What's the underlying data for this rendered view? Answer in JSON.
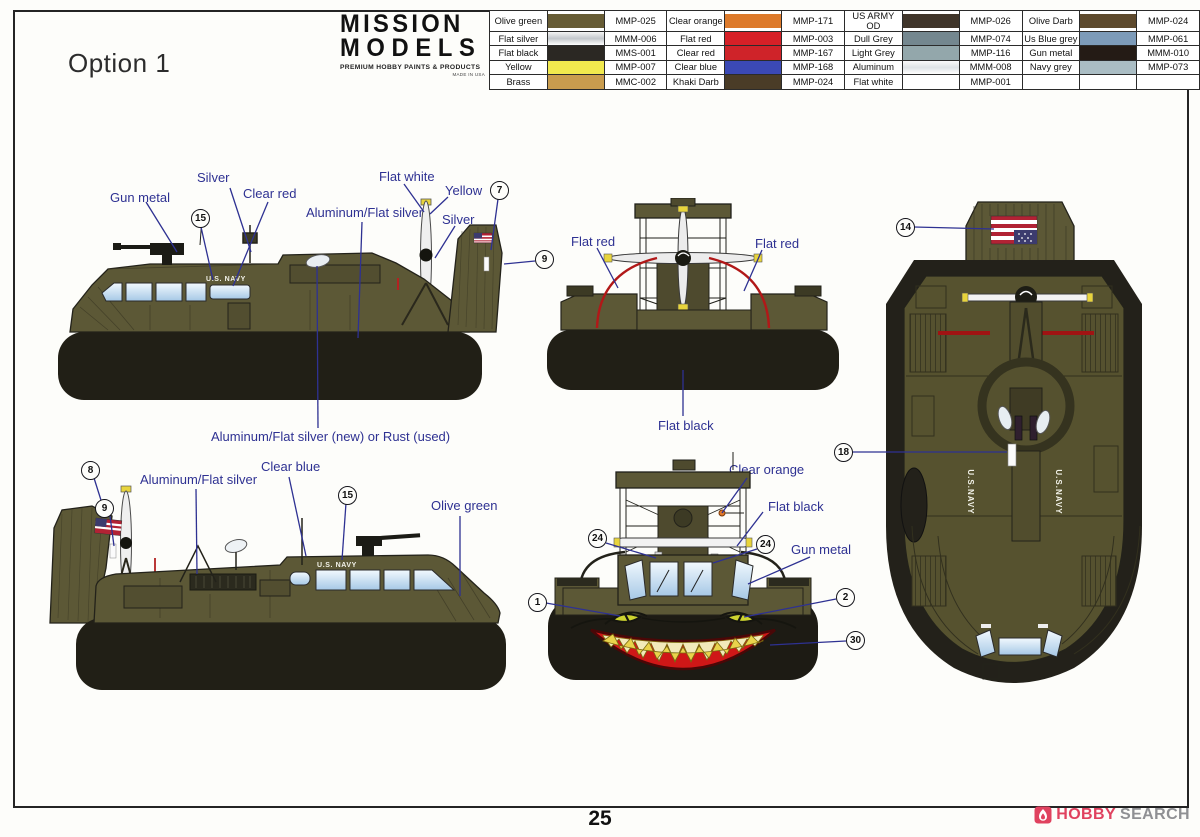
{
  "page": {
    "option_label": "Option 1",
    "page_number": "25"
  },
  "logo": {
    "line1": "MISSION",
    "line2": "MODELS",
    "tagline": "PREMIUM HOBBY PAINTS & PRODUCTS",
    "subtext": "MADE IN USA"
  },
  "footer": {
    "brand_primary": "HOBBY",
    "brand_secondary": "SEARCH"
  },
  "paint_table": {
    "groups": [
      {
        "items": [
          {
            "name": "Olive green",
            "code": "MMP-025",
            "color": "#675c35"
          },
          {
            "name": "Flat silver",
            "code": "MMM-006",
            "color": "linear-gradient(180deg,#f4f4f4,#c3c7cb,#ffffff)"
          },
          {
            "name": "Flat black",
            "code": "MMS-001",
            "color": "#2b2823"
          },
          {
            "name": "Yellow",
            "code": "MMP-007",
            "color": "#f1e94e"
          },
          {
            "name": "Brass",
            "code": "MMC-002",
            "color": "#c99c4e"
          }
        ]
      },
      {
        "items": [
          {
            "name": "Clear orange",
            "code": "MMP-171",
            "color": "#dd7a2b"
          },
          {
            "name": "Flat red",
            "code": "MMP-003",
            "color": "#d62027"
          },
          {
            "name": "Clear red",
            "code": "MMP-167",
            "color": "#cf2329"
          },
          {
            "name": "Clear blue",
            "code": "MMP-168",
            "color": "#3b49b5"
          },
          {
            "name": "Khaki Darb",
            "code": "MMP-024",
            "color": "#4a3c27"
          }
        ]
      },
      {
        "items": [
          {
            "name": "US ARMY OD",
            "code": "MMP-026",
            "color": "#40352a"
          },
          {
            "name": "Dull Grey",
            "code": "MMP-074",
            "color": "#74878f"
          },
          {
            "name": "Light Grey",
            "code": "MMP-116",
            "color": "#93a7ab"
          },
          {
            "name": "Aluminum",
            "code": "MMM-008",
            "color": "linear-gradient(180deg,#fafafa,#dfe3e6,#ffffff)"
          },
          {
            "name": "Flat white",
            "code": "MMP-001",
            "color": "#ffffff"
          }
        ]
      },
      {
        "items": [
          {
            "name": "Olive Darb",
            "code": "MMP-024",
            "color": "#5e4a2d"
          },
          {
            "name": "Us Blue grey",
            "code": "MMP-061",
            "color": "#7d9bb9"
          },
          {
            "name": "Gun metal",
            "code": "MMM-010",
            "color": "#241b15"
          },
          {
            "name": "Navy grey",
            "code": "MMP-073",
            "color": "#aabdc4"
          },
          {
            "name": "",
            "code": "",
            "color": "#ffffff"
          }
        ]
      }
    ]
  },
  "markings": {
    "us_navy": "U.S. NAVY",
    "us_navy_plan": "U.S.NAVY"
  },
  "callouts": {
    "gun_metal_1": "Gun metal",
    "silver_1": "Silver",
    "clear_red_1": "Clear red",
    "aluminum_flat_silver_1": "Aluminum/Flat silver",
    "flat_white_1": "Flat white",
    "yellow_1": "Yellow",
    "silver_2": "Silver",
    "alum_rust": "Aluminum/Flat silver (new) or Rust (used)",
    "flat_red_left": "Flat red",
    "flat_red_right": "Flat red",
    "flat_black_1": "Flat black",
    "aluminum_flat_silver_2": "Aluminum/Flat silver",
    "clear_blue": "Clear blue",
    "olive_green": "Olive green",
    "clear_orange": "Clear orange",
    "flat_black_2": "Flat black",
    "gun_metal_2": "Gun metal"
  },
  "decals": {
    "d1": "1",
    "d2": "2",
    "d7": "7",
    "d8": "8",
    "d9": "9",
    "d14": "14",
    "d15": "15",
    "d18": "18",
    "d24": "24",
    "d30": "30"
  },
  "colors": {
    "callout_blue": "#2e3192",
    "hull_olive": "#5c5836",
    "skirt_dark": "#211f16",
    "mouth_red": "#cf1717",
    "flag_red": "#b22234",
    "flag_blue": "#3c3b6e",
    "frame": "#242424",
    "hobby_red": "#e0425f",
    "hobby_grey": "#8f9093"
  }
}
